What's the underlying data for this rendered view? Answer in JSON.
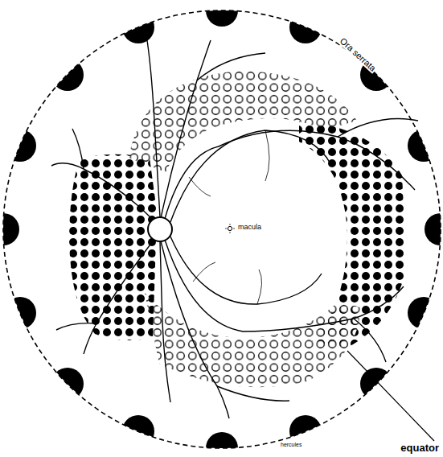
{
  "diagram": {
    "labels": [
      "Ora serrata",
      "macula",
      "hercules",
      "equator"
    ]
  }
}
